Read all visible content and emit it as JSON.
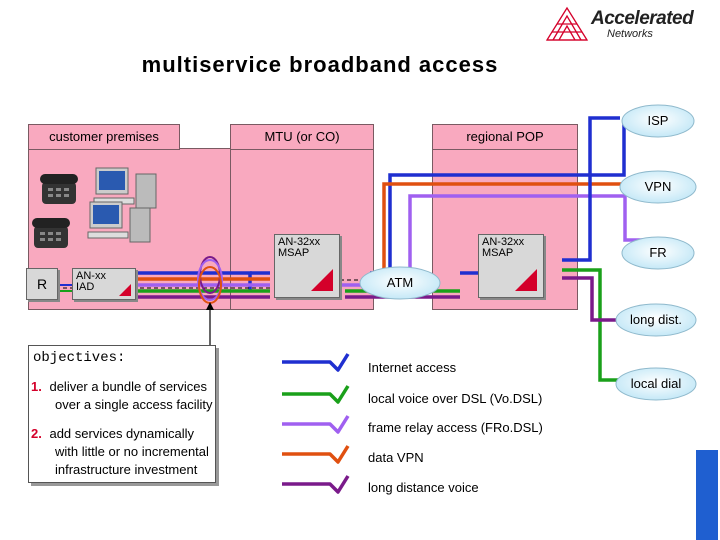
{
  "logo": {
    "name": "Accelerated",
    "sub": "Networks",
    "color": "#d4002a"
  },
  "title": "multiservice broadband access",
  "zones": {
    "customer": "customer premises",
    "mtu": "MTU (or CO)",
    "pop": "regional POP"
  },
  "devices": {
    "r_label": "R",
    "iad_line1": "AN-xx",
    "iad_line2": "IAD",
    "msap1_line1": "AN-32xx",
    "msap1_line2": "MSAP",
    "msap2_line1": "AN-32xx",
    "msap2_line2": "MSAP"
  },
  "clouds": {
    "isp": "ISP",
    "vpn": "VPN",
    "fr": "FR",
    "atm": "ATM",
    "long_dist": "long dist.",
    "local_dial": "local dial"
  },
  "objectives": {
    "heading": "objectives:",
    "items": [
      {
        "num": "1.",
        "line1": "deliver a bundle of services",
        "line2": "over a single access facility"
      },
      {
        "num": "2.",
        "line1": "add services dynamically",
        "line2": "with little or no incremental",
        "line3": "infrastructure investment"
      }
    ]
  },
  "legend": [
    {
      "label": "Internet access",
      "color": "#1f2fd0"
    },
    {
      "label": "local voice over DSL (Vo.DSL)",
      "color": "#1aa01a"
    },
    {
      "label": "frame relay access (FRo.DSL)",
      "color": "#a060f0"
    },
    {
      "label": "data VPN",
      "color": "#e05010"
    },
    {
      "label": "long distance voice",
      "color": "#7a1a8a"
    }
  ],
  "colors": {
    "internet": "#1f2fd0",
    "voice": "#1aa01a",
    "frame_relay": "#a060f0",
    "vpn": "#e05010",
    "long_distance": "#7a1a8a",
    "zone": "#f9a9bf",
    "accent_bar": "#1f5fd0"
  }
}
